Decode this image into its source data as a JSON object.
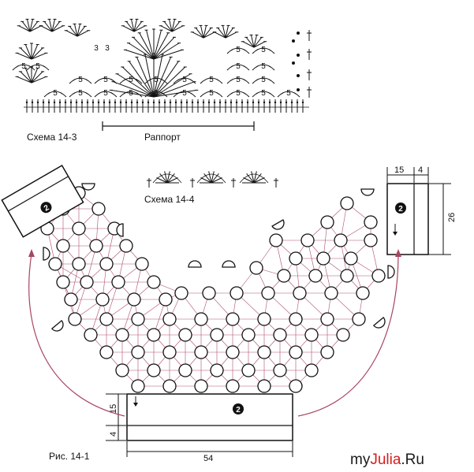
{
  "scheme_143": {
    "caption": "Схема 14-3",
    "repeat_label": "Раппорт",
    "chain_count_label": "5",
    "small_count_label": "3"
  },
  "scheme_144": {
    "caption": "Схема 14-4"
  },
  "figure": {
    "caption": "Рис. 14-1",
    "part_number": "2",
    "bottom_width": "54",
    "bottom_height_main": "15",
    "bottom_height_edge": "4",
    "right_width_main": "15",
    "right_width_edge": "4",
    "right_height": "26"
  },
  "watermark": {
    "prefix": "my",
    "accent": "Julia",
    "suffix": ".Ru"
  },
  "colors": {
    "ink": "#111111",
    "connector_line": "#b0506a",
    "arrow": "#a8455f",
    "brand_accent": "#d81b1b"
  }
}
